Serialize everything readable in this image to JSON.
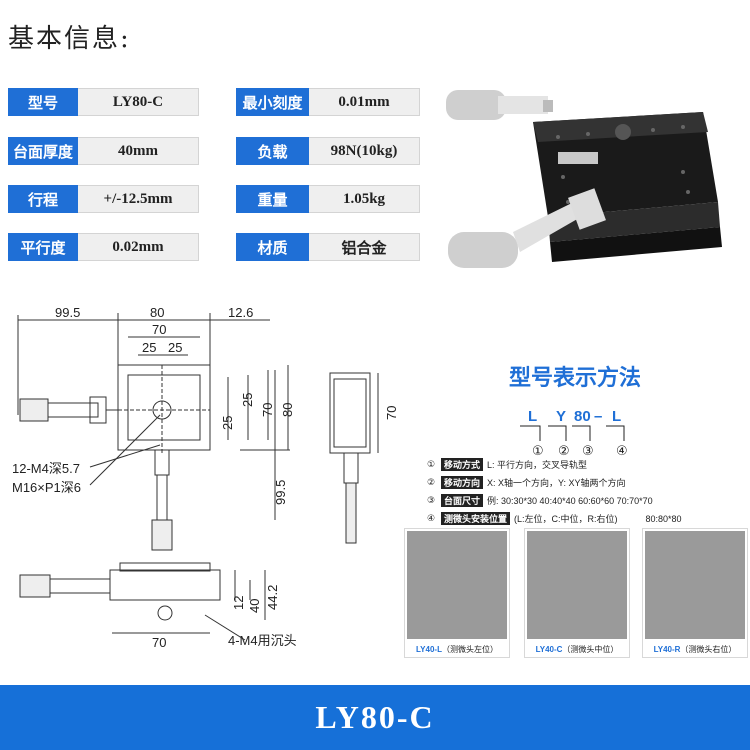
{
  "page": {
    "heading": "基本信息:"
  },
  "specs": {
    "left": [
      {
        "key": "型号",
        "value": "LY80-C"
      },
      {
        "key": "台面厚度",
        "value": "40mm"
      },
      {
        "key": "行程",
        "value": "+/-12.5mm"
      },
      {
        "key": "平行度",
        "value": "0.02mm"
      }
    ],
    "right": [
      {
        "key": "最小刻度",
        "value": "0.01mm"
      },
      {
        "key": "负载",
        "value": "98N(10kg)"
      },
      {
        "key": "重量",
        "value": "1.05kg"
      },
      {
        "key": "材质",
        "value": "铝合金"
      }
    ]
  },
  "drawing": {
    "top_dims": [
      "99.5",
      "80",
      "70",
      "25",
      "25",
      "12.6"
    ],
    "side_dims": [
      "25",
      "25",
      "70",
      "80"
    ],
    "right_view_dim": "70",
    "callouts": [
      "12-M4深5.7",
      "M16×P1深6",
      "4-M4用沉头"
    ],
    "vertical_dim": "99.5",
    "front_dims": [
      "44.2",
      "12",
      "40"
    ],
    "front_bottom_dim": "70"
  },
  "legend": {
    "title": "型号表示方法",
    "code": {
      "c1": "L",
      "c2": "Y",
      "c3": "80",
      "dash": "–",
      "c4": "L"
    },
    "circle_nums": [
      "①",
      "②",
      "③",
      "④"
    ],
    "lines": [
      {
        "num": "①",
        "tag": "移动方式",
        "text": "L: 平行方向，交叉导轨型"
      },
      {
        "num": "②",
        "tag": "移动方向",
        "text": "X: X轴一个方向，Y: XY轴两个方向"
      },
      {
        "num": "③",
        "tag": "台面尺寸",
        "text": "例: 30:30*30  40:40*40  60:60*60  70:70*70"
      },
      {
        "num": "④",
        "tag": "测微头安装位置",
        "text": "(L:左位，C:中位，R:右位)",
        "extra": "80:80*80"
      }
    ],
    "thumbs": [
      {
        "model": "LY40-L",
        "note": "（测微头左位）"
      },
      {
        "model": "LY40-C",
        "note": "（测微头中位）"
      },
      {
        "model": "LY40-R",
        "note": "（测微头右位）"
      }
    ]
  },
  "footer": {
    "model": "LY80-C"
  },
  "colors": {
    "accent": "#1f6fd6",
    "bar": "#1670d8"
  }
}
